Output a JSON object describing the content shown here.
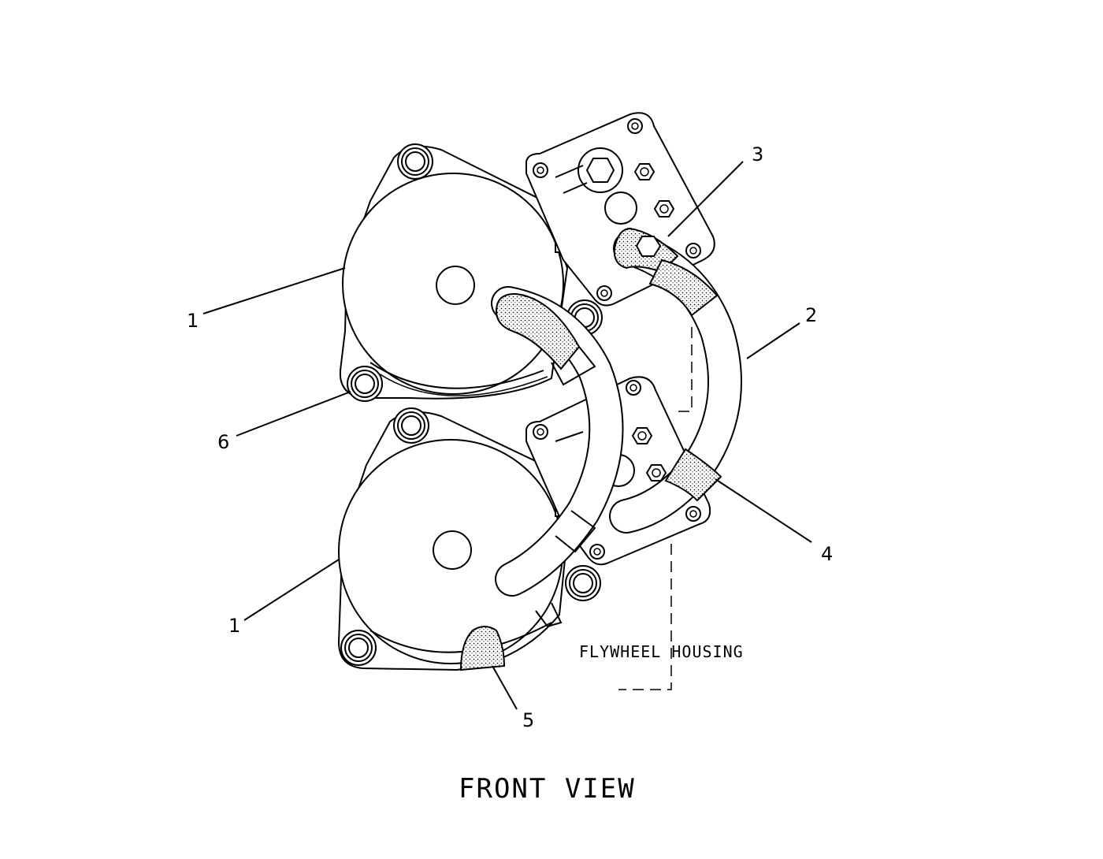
{
  "callouts": [
    {
      "id": "callout-1-upper",
      "label": "1"
    },
    {
      "id": "callout-1-lower",
      "label": "1"
    },
    {
      "id": "callout-2",
      "label": "2"
    },
    {
      "id": "callout-3",
      "label": "3"
    },
    {
      "id": "callout-4",
      "label": "4"
    },
    {
      "id": "callout-5",
      "label": "5"
    },
    {
      "id": "callout-6",
      "label": "6"
    }
  ],
  "housing_label": "FLYWHEEL HOUSING",
  "view_title": "FRONT VIEW"
}
